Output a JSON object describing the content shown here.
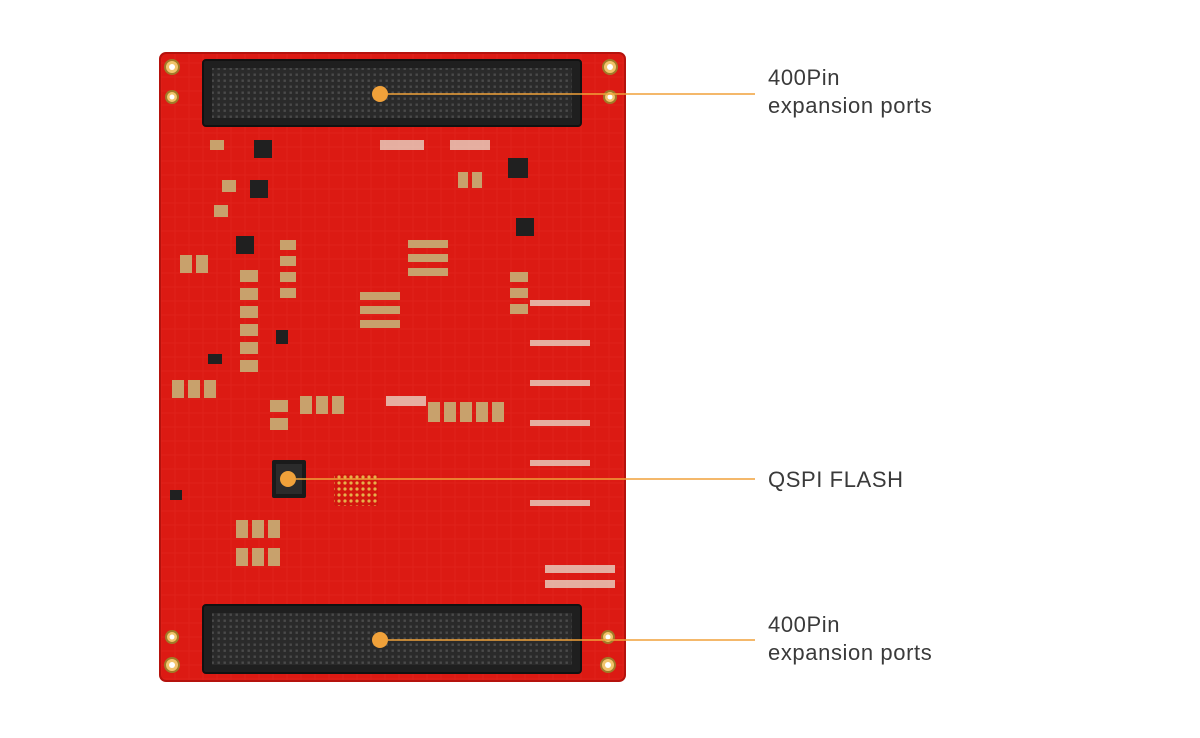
{
  "photo": {
    "subject": "pcb-board-bottom",
    "board_color": "#dd1a14",
    "connector_color": "#2b2b2b",
    "callout_color": "#f0a13a"
  },
  "callouts": [
    {
      "line1": "400Pin",
      "line2": "expansion ports"
    },
    {
      "line1": "QSPI FLASH",
      "line2": ""
    },
    {
      "line1": "400Pin",
      "line2": "expansion ports"
    }
  ]
}
